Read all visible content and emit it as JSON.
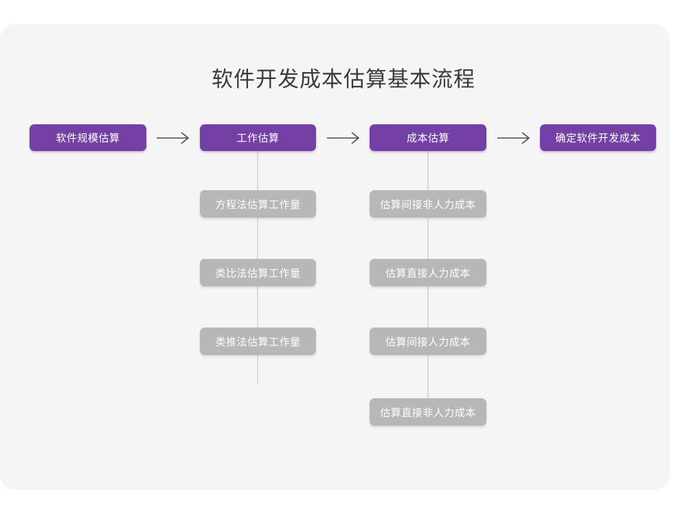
{
  "diagram": {
    "title": "软件开发成本估算基本流程",
    "colors": {
      "card_background": "#f5f5f6",
      "page_background": "#ffffff",
      "primary_node": "#7540a5",
      "sub_node": "#b7b7b7",
      "node_text": "#ffffff",
      "title_text": "#3b3b3d",
      "connector": "#d9d9d9",
      "arrow": "#4a4a4a"
    },
    "stages": [
      {
        "id": "stage-1",
        "label": "软件规模估算",
        "substeps": []
      },
      {
        "id": "stage-2",
        "label": "工作估算",
        "substeps": [
          "方程法估算工作量",
          "类比法估算工作量",
          "类推法估算工作量"
        ]
      },
      {
        "id": "stage-3",
        "label": "成本估算",
        "substeps": [
          "估算间接非人力成本",
          "估算直接人力成本",
          "估算间接人力成本",
          "估算直接非人力成本"
        ]
      },
      {
        "id": "stage-4",
        "label": "确定软件开发成本",
        "substeps": []
      }
    ],
    "arrows": [
      {
        "id": "arrow-1",
        "from": "stage-1",
        "to": "stage-2",
        "glyph": "arrow-right-icon"
      },
      {
        "id": "arrow-2",
        "from": "stage-2",
        "to": "stage-3",
        "glyph": "arrow-right-icon"
      },
      {
        "id": "arrow-3",
        "from": "stage-3",
        "to": "stage-4",
        "glyph": "arrow-right-icon"
      }
    ]
  }
}
